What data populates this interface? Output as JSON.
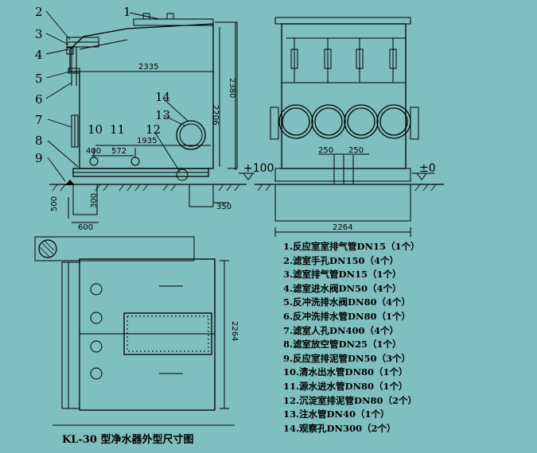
{
  "callouts": [
    "1",
    "2",
    "3",
    "4",
    "5",
    "6",
    "7",
    "8",
    "9",
    "10",
    "11",
    "12",
    "13",
    "14"
  ],
  "dimensions": {
    "overall_width_front": "2335",
    "height_inner": "2206",
    "height_overall": "2380",
    "width_1935": "1935",
    "dim_400": "400",
    "dim_572": "572",
    "foundation_500": "500",
    "foundation_300": "300",
    "foundation_600": "600",
    "foundation_350": "350",
    "elev_plus100": "+100",
    "elev_zero": "±0",
    "side_250_a": "250",
    "side_250_b": "250",
    "side_width": "2264",
    "plan_width": "2264"
  },
  "legend": [
    "1.反应室室排气管DN15（1个）",
    "2.滤室手孔DN150（4个）",
    "3.滤室排气管DN15（1个）",
    "4.滤室进水阀DN50（4个）",
    "5.反冲洗排水阀DN80（4个）",
    "6.反冲洗排水管DN80（1个）",
    "7.滤室人孔DN400（4个）",
    "8.滤室放空管DN25（1个）",
    "9.反应室排泥管DN50（3个）",
    "10.清水出水管DN80（1个）",
    "11.源水进水管DN80（1个）",
    "12.沉淀室排泥管DN80（2个）",
    "13.注水管DN40（1个）",
    "14.观察孔DN300（2个）"
  ],
  "caption": "KL-30 型净水器外型尺寸图",
  "colors": {
    "background": "#7fbfc0",
    "line": "#000000"
  }
}
